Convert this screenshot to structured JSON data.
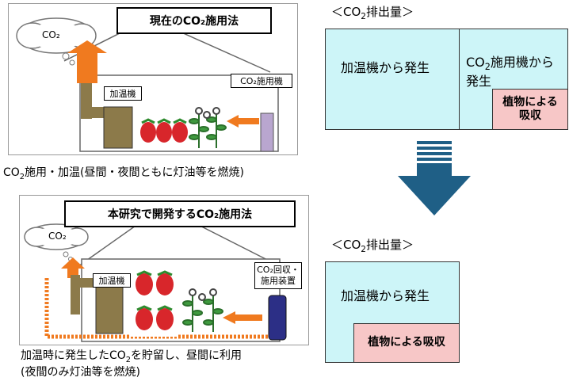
{
  "top_panel": {
    "title": "現在のCO₂施用法",
    "cloud_label": "CO₂",
    "heater_label": "加温機",
    "applicator_label": "CO₂施用機"
  },
  "top_caption": {
    "a": "CO",
    "sub": "2",
    "b": "施用・加温(昼間・夜間ともに灯油等を燃焼)"
  },
  "bottom_panel": {
    "title": "本研究で開発するCO₂施用法",
    "cloud_label": "CO₂",
    "heater_label": "加温機",
    "device_label_line1": "CO₂回収・",
    "device_label_line2": "施用装置"
  },
  "bottom_caption": {
    "line1_a": "加温時に発生したCO",
    "line1_sub": "2",
    "line1_b": "を貯留し、昼間に利用",
    "line2": "(夜間のみ灯油等を燃焼)"
  },
  "emission_top": {
    "title_a": "＜CO",
    "title_sub": "2",
    "title_b": "排出量＞",
    "heater_text": "加温機から発生",
    "applicator_text_a": "CO",
    "applicator_text_sub": "2",
    "applicator_text_b": "施用機から",
    "applicator_text_line2": "発生",
    "plant_text_line1": "植物による",
    "plant_text_line2": "吸収"
  },
  "emission_bottom": {
    "title_a": "＜CO",
    "title_sub": "2",
    "title_b": "排出量＞",
    "heater_text": "加温機から発生",
    "plant_text": "植物による吸収"
  },
  "colors": {
    "cyan_fill": "#cdf5f8",
    "pink_fill": "#f7c7c7",
    "arrow_orange": "#f07a1f",
    "down_arrow_blue": "#1f5f86",
    "heater_brown": "#8c7a4a",
    "strawberry_red": "#d8262b",
    "device_navy": "#2c2f86",
    "applicator_purple": "#b9a6cf"
  }
}
